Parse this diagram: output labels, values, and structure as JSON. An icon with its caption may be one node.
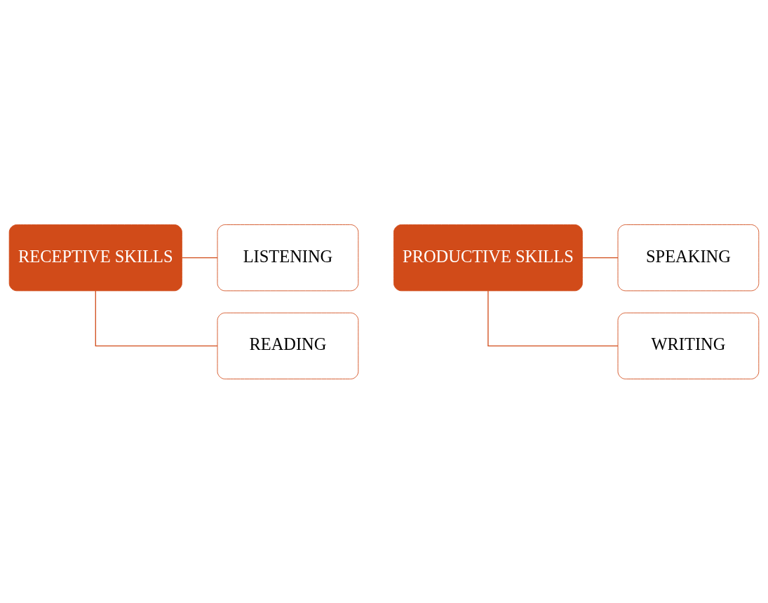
{
  "diagram": {
    "nodes": [
      {
        "text": [
          "RECEPTIVE SKILLS"
        ]
      },
      {
        "text": [
          "LISTENING"
        ]
      },
      {
        "text": [
          "READING"
        ]
      },
      {
        "text": [
          "PRODUCTIVE SKILLS"
        ]
      },
      {
        "text": [
          "SPEAKING"
        ]
      },
      {
        "text": [
          "WRITING"
        ]
      }
    ],
    "edges": [
      {
        "from": 0,
        "to": 1,
        "arrow": "none"
      },
      {
        "from": 0,
        "to": 2,
        "arrow": "none"
      },
      {
        "from": 3,
        "to": 4,
        "arrow": "none"
      },
      {
        "from": 3,
        "to": 5,
        "arrow": "none"
      }
    ]
  }
}
